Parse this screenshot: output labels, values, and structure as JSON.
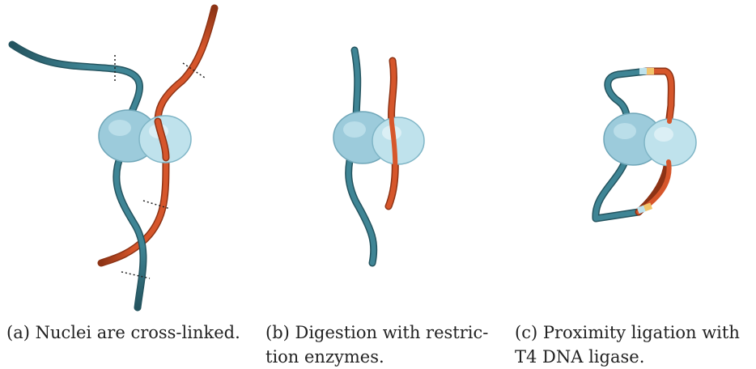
{
  "captions": {
    "a": "(a) Nuclei are cross-linked.",
    "b_line1": "(b) Digestion with restric-",
    "b_line2": "tion enzymes.",
    "c_line1": "(c) Proximity ligation with",
    "c_line2": "T4 DNA ligase."
  },
  "colors": {
    "dna_blue": "#3f8595",
    "dna_orange": "#d6562b",
    "protein_light": "#9ccbdb",
    "protein_lighter": "#bfe2ec",
    "ligation_mark": "#f1c46a"
  }
}
